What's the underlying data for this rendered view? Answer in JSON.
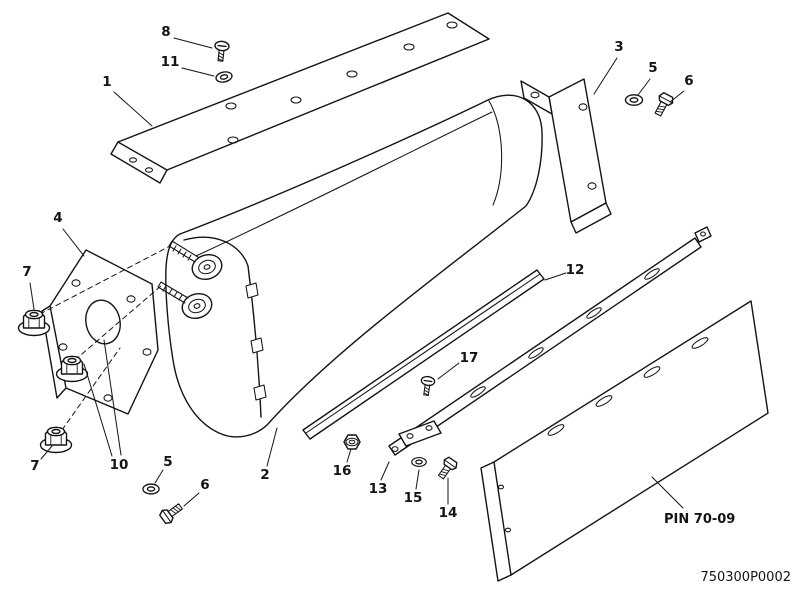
{
  "diagram": {
    "pin_label": "PIN 70-09",
    "drawing_number": "750300P0002",
    "callouts": [
      "8",
      "11",
      "1",
      "3",
      "5",
      "6",
      "4",
      "7",
      "7",
      "10",
      "5",
      "6",
      "2",
      "16",
      "13",
      "15",
      "14",
      "17",
      "12"
    ],
    "colors": {
      "line": "#141414",
      "background": "#ffffff"
    }
  }
}
